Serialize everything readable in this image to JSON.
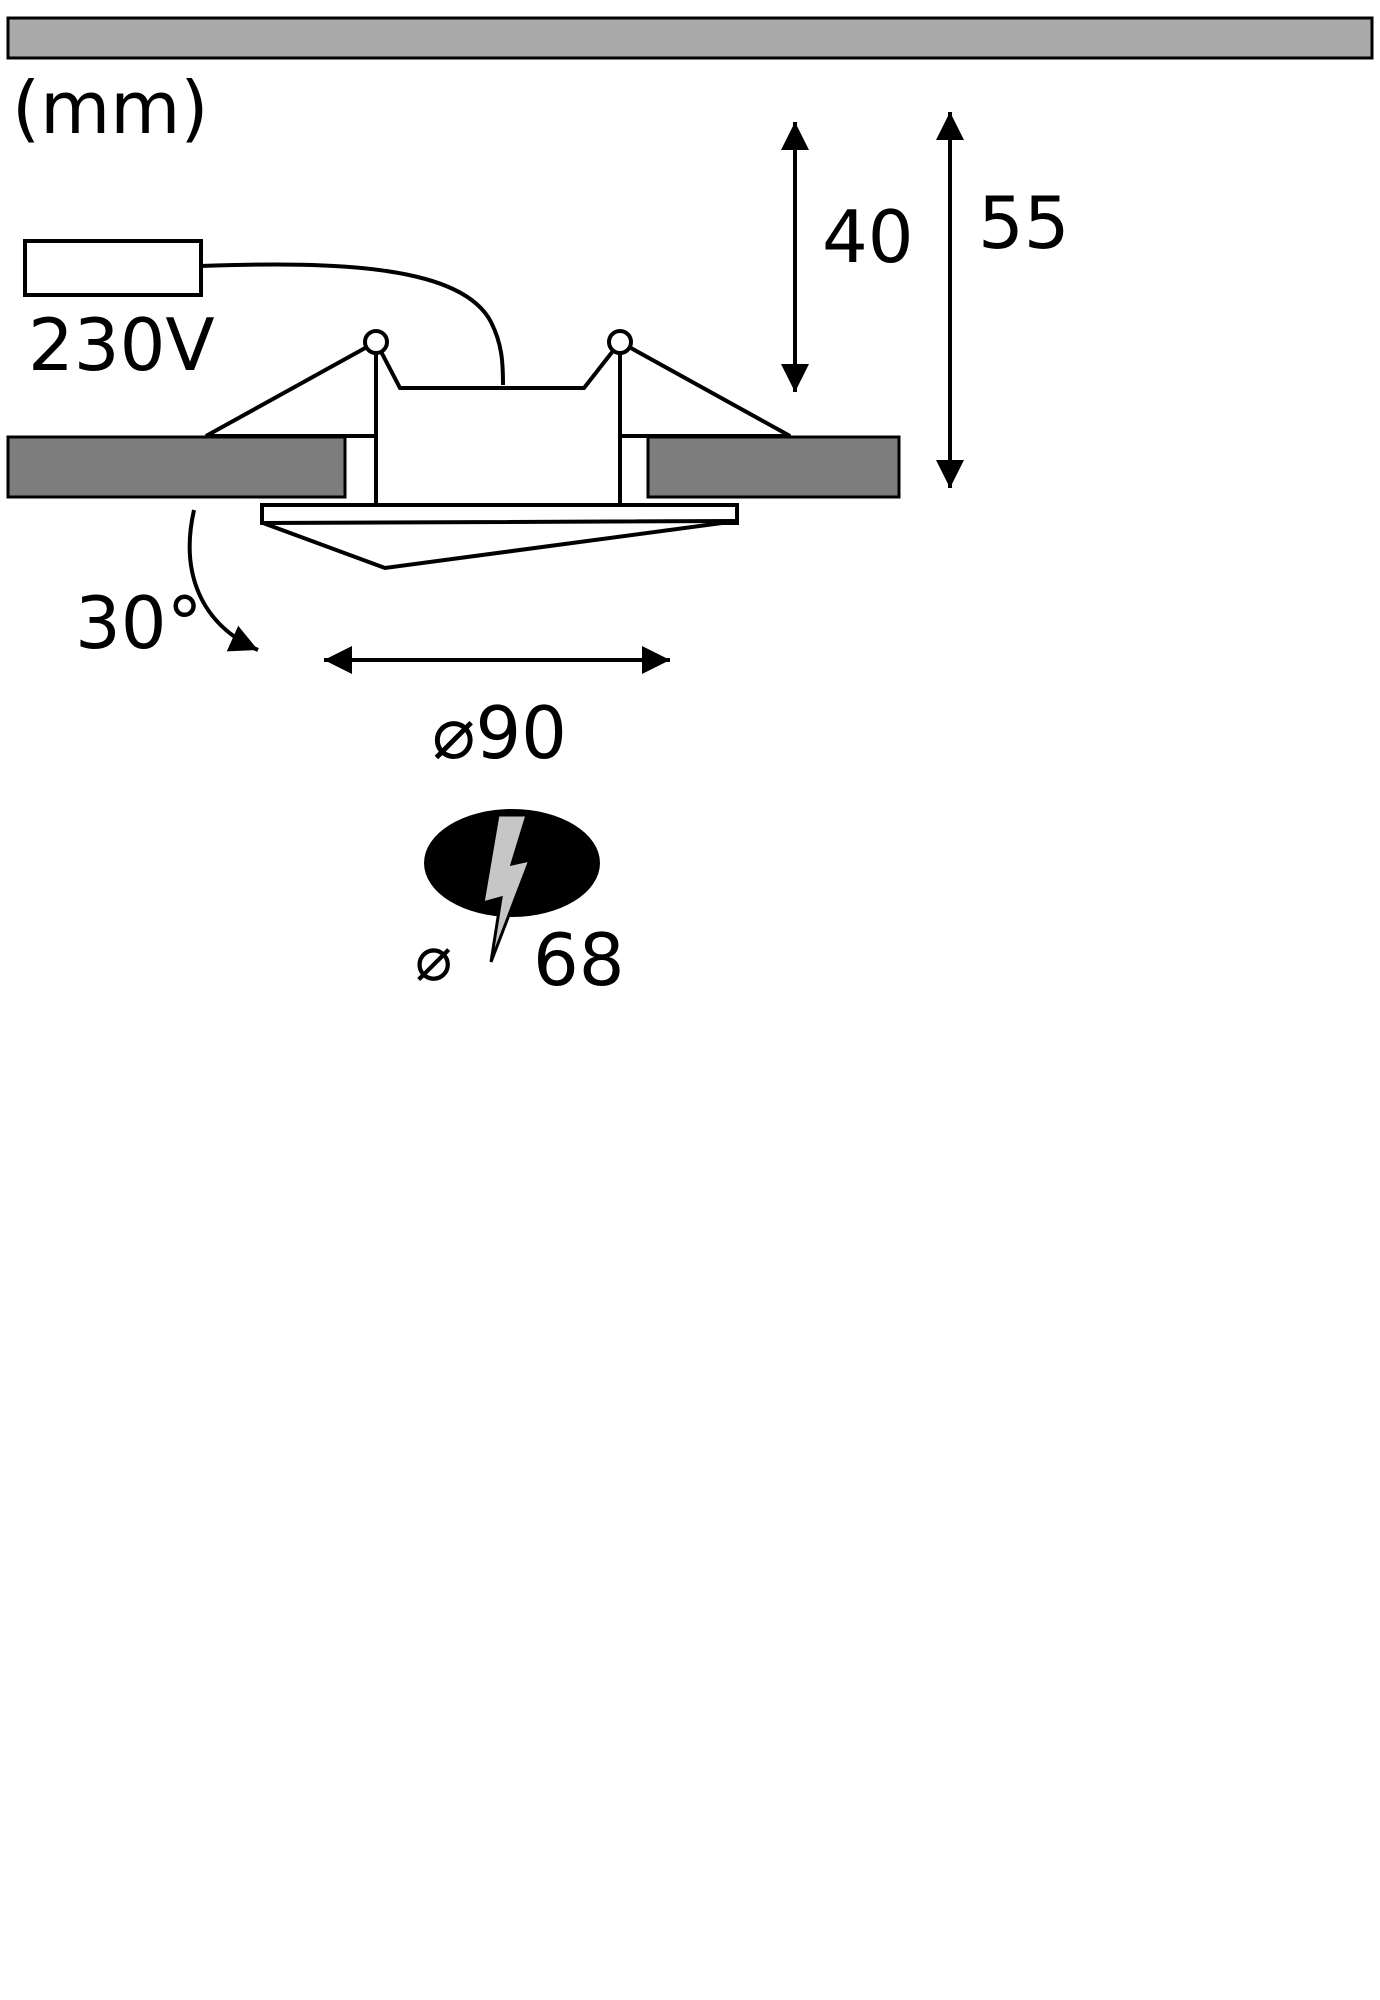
{
  "diagram": {
    "title": "recessed-spotlight-dimension-drawing",
    "unit_label": "(mm)",
    "voltage_label": "230V",
    "dim_recess_depth_label": "40",
    "dim_total_height_label": "55",
    "tilt_angle_label": "30°",
    "diameter_label": "⌀90",
    "cutout_symbol": "⌀",
    "cutout_value": "68",
    "colors": {
      "ceiling_bar": "#a9a9a9",
      "ceiling_panel": "#7d7d7d",
      "line": "#000000",
      "bolt_fill": "#c6c6c6",
      "cutout_fill": "#000000"
    }
  },
  "dimensions_mm": {
    "unit": "mm",
    "voltage": "230V",
    "recess_depth": 40,
    "total_height": 55,
    "tilt_degrees": 30,
    "trim_diameter": 90,
    "cutout_diameter": 68
  }
}
